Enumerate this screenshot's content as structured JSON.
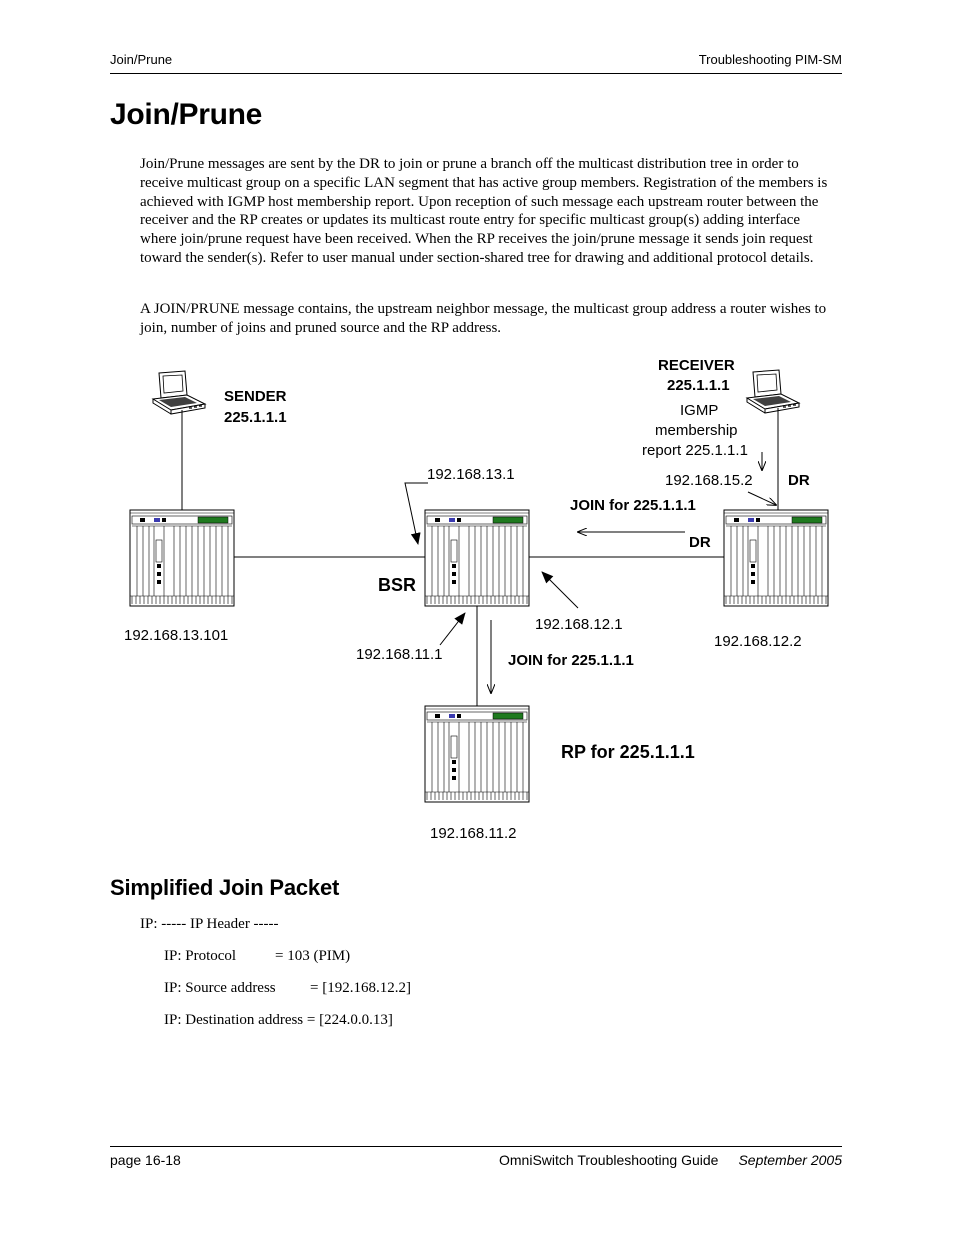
{
  "header": {
    "left": "Join/Prune",
    "right": "Troubleshooting PIM-SM"
  },
  "title": "Join/Prune",
  "paragraphs": [
    "Join/Prune messages are sent by the DR to join or prune a branch off the multicast distribution tree in order to receive multicast group on a specific LAN segment that has active group members. Registration of the members is achieved with IGMP host membership report. Upon reception of such message each upstream router between the receiver and the RP creates or updates its multicast route entry for specific multicast group(s) adding interface where join/prune request have been received. When the RP receives the join/prune message it sends join request toward the sender(s). Refer to user manual under section-shared tree for drawing and additional protocol details.",
    "A JOIN/PRUNE message contains, the upstream neighbor message, the multicast group address a router wishes to join, number of joins and pruned source and the RP address."
  ],
  "diagram": {
    "sender_line1": "SENDER",
    "sender_line2": "225.1.1.1",
    "receiver_line1": "RECEIVER",
    "receiver_line2": "225.1.1.1",
    "igmp_line1": "IGMP",
    "igmp_line2": "membership",
    "igmp_line3": "report 225.1.1.1",
    "ip_13_1": "192.168.13.1",
    "ip_15_2": "192.168.15.2",
    "dr_top": "DR",
    "join_top": "JOIN for 225.1.1.1",
    "dr_mid": "DR",
    "bsr": "BSR",
    "ip_12_1": "192.168.12.1",
    "ip_13_101": "192.168.13.101",
    "ip_11_1": "192.168.11.1",
    "join_down": "JOIN for 225.1.1.1",
    "ip_12_2": "192.168.12.2",
    "rp": "RP for 225.1.1.1",
    "ip_11_2": "192.168.11.2"
  },
  "subheading": "Simplified Join Packet",
  "packet": {
    "line1": "IP: ----- IP Header -----",
    "protocol_key": "IP: Protocol",
    "protocol_val": "= 103 (PIM)",
    "src_key": "IP: Source address",
    "src_val": "= [192.168.12.2]",
    "dst_line": "IP: Destination address = [224.0.0.13]"
  },
  "footer": {
    "page": "page 16-18",
    "guide": "OmniSwitch Troubleshooting Guide",
    "date": "September 2005"
  }
}
